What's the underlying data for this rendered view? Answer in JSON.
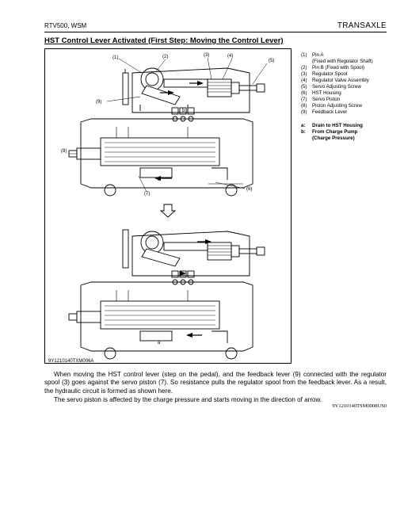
{
  "header": {
    "left": "RTV500, WSM",
    "right": "TRANSAXLE"
  },
  "section_title": "HST Control Lever Activated (First Step: Moving the Control Lever)",
  "figure": {
    "code": "9Y1210140TXM006A",
    "callouts": [
      "(1)",
      "(2)",
      "(3)",
      "(4)",
      "(5)",
      "(6)",
      "(7)",
      "(8)",
      "(9)",
      "a",
      "b"
    ]
  },
  "legend": {
    "items": [
      {
        "num": "(1)",
        "label": "Pin A",
        "sub": "(Fixed with Regulator Shaft)"
      },
      {
        "num": "(2)",
        "label": "Pin B (Fixed with Spool)",
        "sub": ""
      },
      {
        "num": "(3)",
        "label": "Regulator Spool",
        "sub": ""
      },
      {
        "num": "(4)",
        "label": "Regulator Valve Assembly",
        "sub": ""
      },
      {
        "num": "(5)",
        "label": "Servo Adjusting Screw",
        "sub": ""
      },
      {
        "num": "(6)",
        "label": "HST Housing",
        "sub": ""
      },
      {
        "num": "(7)",
        "label": "Servo Piston",
        "sub": ""
      },
      {
        "num": "(8)",
        "label": "Piston Adjusting Screw",
        "sub": ""
      },
      {
        "num": "(9)",
        "label": "Feedback Lever",
        "sub": ""
      }
    ],
    "letters": [
      {
        "num": "a:",
        "label": "Drain to HST Housing"
      },
      {
        "num": "b:",
        "label": "From Charge Pump",
        "sub": "(Charge Pressure)"
      }
    ]
  },
  "body": {
    "p1": "When moving the HST control lever (step on the pedal), and the feedback lever (9) connected with the regulator spool (3) goes against the servo piston (7). So resistance pulls the regulator spool from the feedback lever. As a result, the hydraulic circuit is formed as shown here.",
    "p2": "The servo piston is affected by the charge pressure and starts moving in the direction of arrow."
  },
  "footer_code": "9Y1210140TSM0008US0"
}
